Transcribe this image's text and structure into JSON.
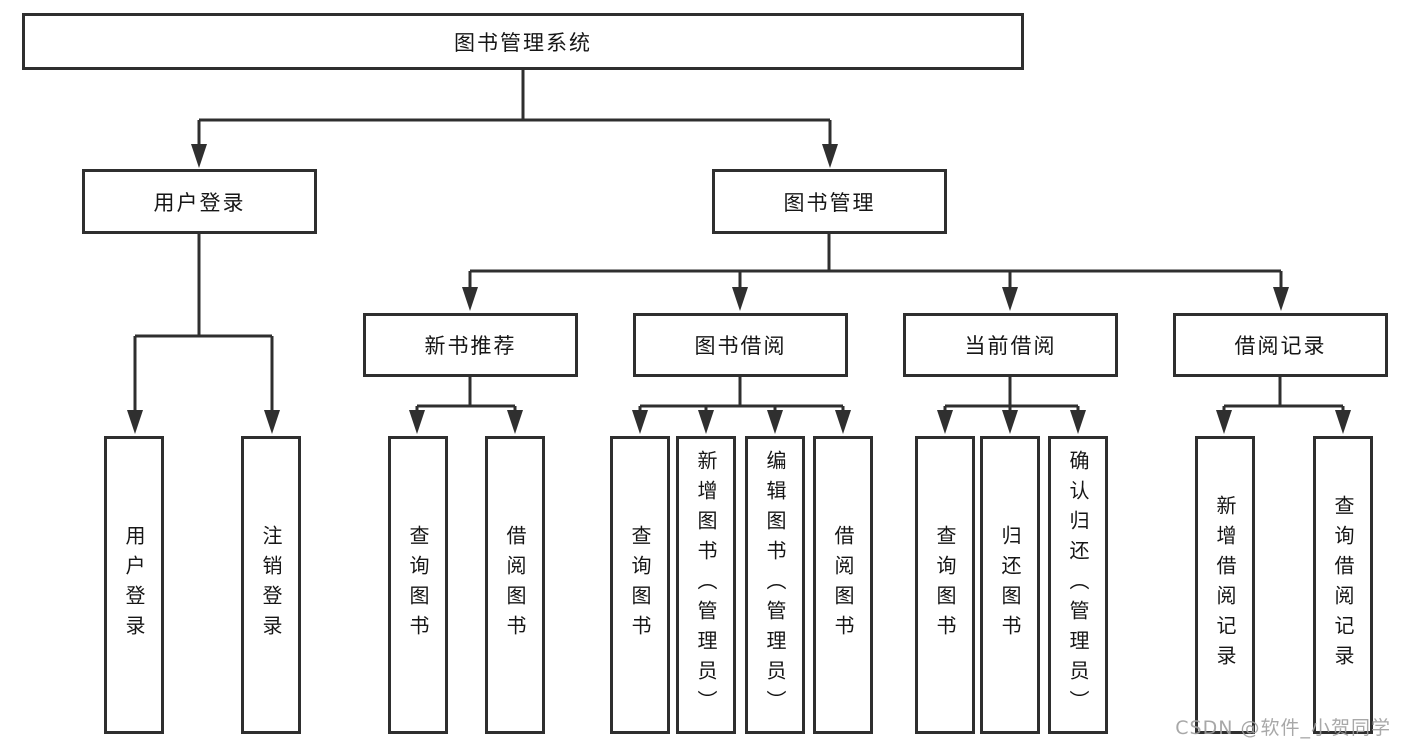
{
  "page": {
    "background": "#ffffff"
  },
  "diagram": {
    "title": "图书管理系统",
    "line_color": "#2f2f2f",
    "text_color": "#161616",
    "branches": [
      {
        "label": "用户登录",
        "children": [
          {
            "label": "用户登录"
          },
          {
            "label": "注销登录"
          }
        ]
      },
      {
        "label": "图书管理",
        "children": [
          {
            "label": "新书推荐",
            "children": [
              {
                "label": "查询图书"
              },
              {
                "label": "借阅图书"
              }
            ]
          },
          {
            "label": "图书借阅",
            "children": [
              {
                "label": "查询图书"
              },
              {
                "label": "新增图书（管理员）"
              },
              {
                "label": "编辑图书（管理员）"
              },
              {
                "label": "借阅图书"
              }
            ]
          },
          {
            "label": "当前借阅",
            "children": [
              {
                "label": "查询图书"
              },
              {
                "label": "归还图书"
              },
              {
                "label": "确认归还（管理员）"
              }
            ]
          },
          {
            "label": "借阅记录",
            "children": [
              {
                "label": "新增借阅记录"
              },
              {
                "label": "查询借阅记录"
              }
            ]
          }
        ]
      }
    ]
  },
  "watermark": {
    "text": "CSDN @软件_小贺同学",
    "color": "#9e9e9e"
  }
}
